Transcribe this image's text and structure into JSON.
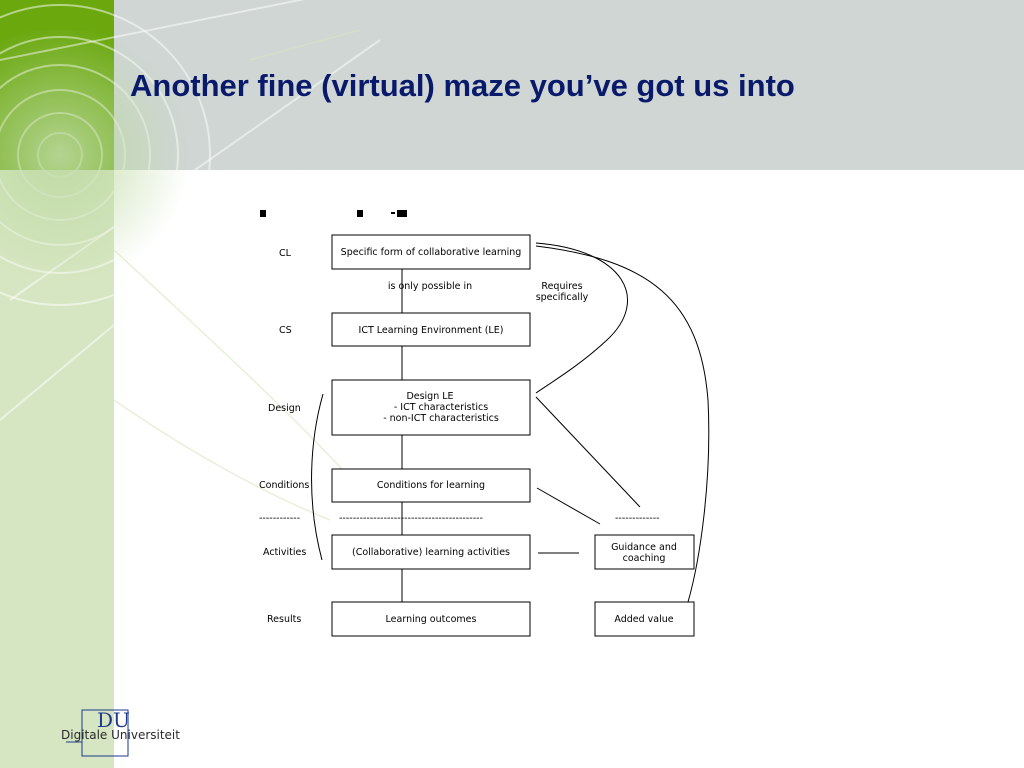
{
  "slide": {
    "title": "Another fine (virtual) maze you’ve got us into"
  },
  "diagram": {
    "rows": [
      {
        "label": "CL",
        "box": "Specific form of collaborative learning"
      },
      {
        "label": "CS",
        "box": "ICT Learning Environment (LE)"
      },
      {
        "label": "Design",
        "box_lines": [
          "Design LE",
          "- ICT characteristics",
          "- non-ICT characteristics"
        ]
      },
      {
        "label": "Conditions",
        "box": "Conditions for learning"
      },
      {
        "label": "Activities",
        "box": "(Collaborative) learning activities"
      },
      {
        "label": "Results",
        "box": "Learning outcomes"
      }
    ],
    "side_boxes": {
      "guidance": [
        "Guidance and",
        "coaching"
      ],
      "added_value": "Added value"
    },
    "annotations": {
      "only_possible": "is only possible in",
      "requires": [
        "Requires",
        "specifically"
      ]
    },
    "dashes": {
      "left": "------------",
      "middle": "------------------------------------------",
      "right": "-------------"
    }
  },
  "logo": {
    "mark": "DU",
    "name": "Digitale Universiteit"
  },
  "colors": {
    "title": "#0a1a6b",
    "left_band": "#d6e6c2",
    "top_band": "#cfd6d4",
    "green_accent": "#6aa80e"
  }
}
